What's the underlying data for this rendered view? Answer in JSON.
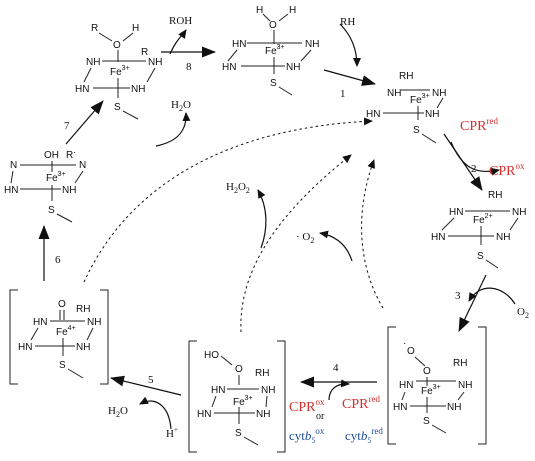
{
  "steps": [
    "1",
    "2",
    "3",
    "4",
    "5",
    "6",
    "7",
    "8"
  ],
  "atoms": {
    "nh": "NH",
    "hn": "HN",
    "n": "N",
    "s": "S",
    "o": "O",
    "h": "H",
    "r": "R",
    "rh": "RH",
    "oh": "OH",
    "ho": "HO",
    "r_prime": "R",
    "prime_mark": ".",
    "radical_dot": "·"
  },
  "iron": {
    "fe": "Fe",
    "fe3": "3+",
    "fe2": "2+",
    "fe4": "4+"
  },
  "species": {
    "rh_in": "RH",
    "roh_out": "ROH",
    "o2": "O",
    "o2_sub": "2",
    "superoxide": "· O",
    "superoxide_sub": "2",
    "h2o2": "H",
    "h2o2_sub": "2",
    "h2o2_o": "O",
    "h2o2_sub2": "2",
    "h2o_h": "H",
    "h2o_sub": "2",
    "h2o_o": "O",
    "h_plus": "H",
    "h_plus_sup": "+"
  },
  "reductants": {
    "cpr": "CPR",
    "red": "red",
    "ox": "ox",
    "or": "or",
    "cyt": "cyt",
    "b5": "b",
    "b5_sub": "5",
    "colors": {
      "cpr": "#d32f2f",
      "cyt": "#1f4e9c"
    }
  }
}
